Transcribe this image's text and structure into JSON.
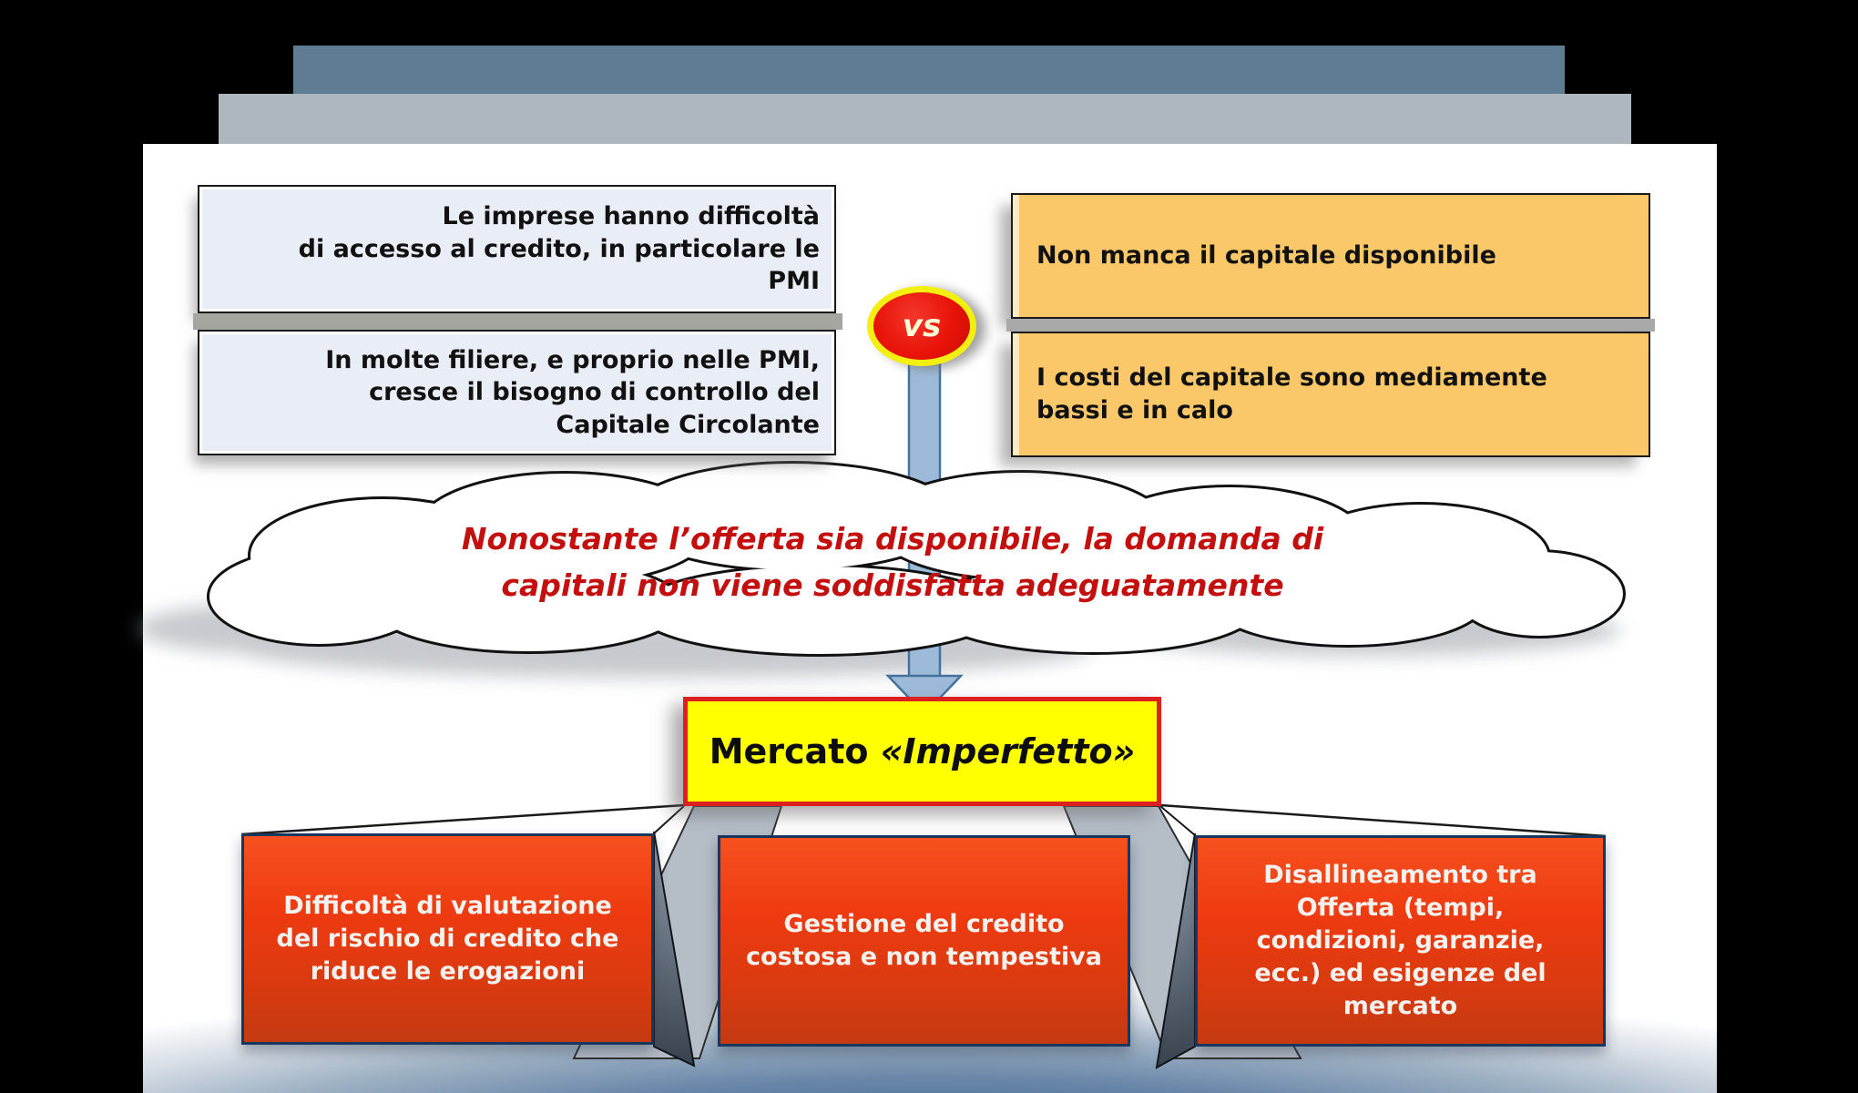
{
  "slide": {
    "problem_boxes_left": [
      {
        "text": "Le imprese hanno difficoltà\ndi accesso al credito, in particolare le\nPMI"
      },
      {
        "text": "In molte filiere, e proprio nelle PMI,\ncresce il bisogno di controllo del\nCapitale Circolante"
      }
    ],
    "vs_badge": {
      "label": "vs"
    },
    "supply_boxes_right": [
      {
        "text": "Non manca il capitale disponibile"
      },
      {
        "text": "I costi del capitale sono mediamente\nbassi e in calo"
      }
    ],
    "cloud": {
      "text": "Nonostante l’offerta sia disponibile, la domanda di\ncapitali non viene soddisfatta adeguatamente"
    },
    "market_box": {
      "text_regular": "Mercato ",
      "text_italic": "«Imperfetto»"
    },
    "consequence_boxes": [
      {
        "text": "Difficoltà di valutazione\ndel rischio di credito che\nriduce le erogazioni"
      },
      {
        "text": "Gestione del credito\ncostosa e non tempestiva"
      },
      {
        "text": "Disallineamento tra\nOfferta (tempi,\ncondizioni, garanzie,\necc.) ed esigenze del\nmercato"
      }
    ],
    "colors": {
      "background": "#000000",
      "slide_background": "#ffffff",
      "top_bar_accent": "#5e7c92",
      "top_bar_light": "#aeb6be",
      "left_box_fill": "#e9edf5",
      "right_box_fill": "#fbc869",
      "vs_fill": "#e81309",
      "vs_ring": "#f3ef10",
      "arrow_fill": "#9dbbd9",
      "arrow_stroke": "#44719e",
      "cloud_text": "#c40f0f",
      "market_box_fill": "#ffff00",
      "market_box_border": "#dd1f1f",
      "red_box_top": "#f6511f",
      "red_box_bottom": "#c43a11",
      "red_box_border": "#17375e",
      "bottom_glow": "#3f6694"
    }
  }
}
